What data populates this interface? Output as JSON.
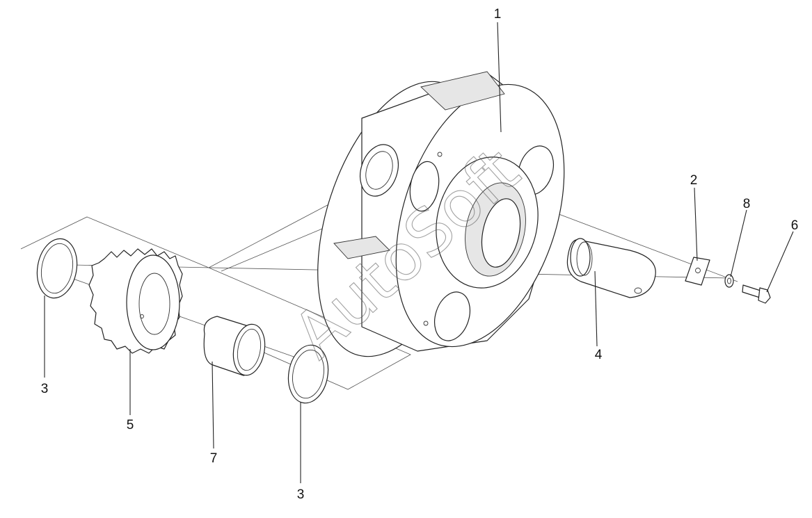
{
  "watermark": "AutoSoft",
  "callouts": {
    "c1": "1",
    "c2": "2",
    "c3a": "3",
    "c3b": "3",
    "c4": "4",
    "c5": "5",
    "c6": "6",
    "c7": "7",
    "c8": "8"
  }
}
